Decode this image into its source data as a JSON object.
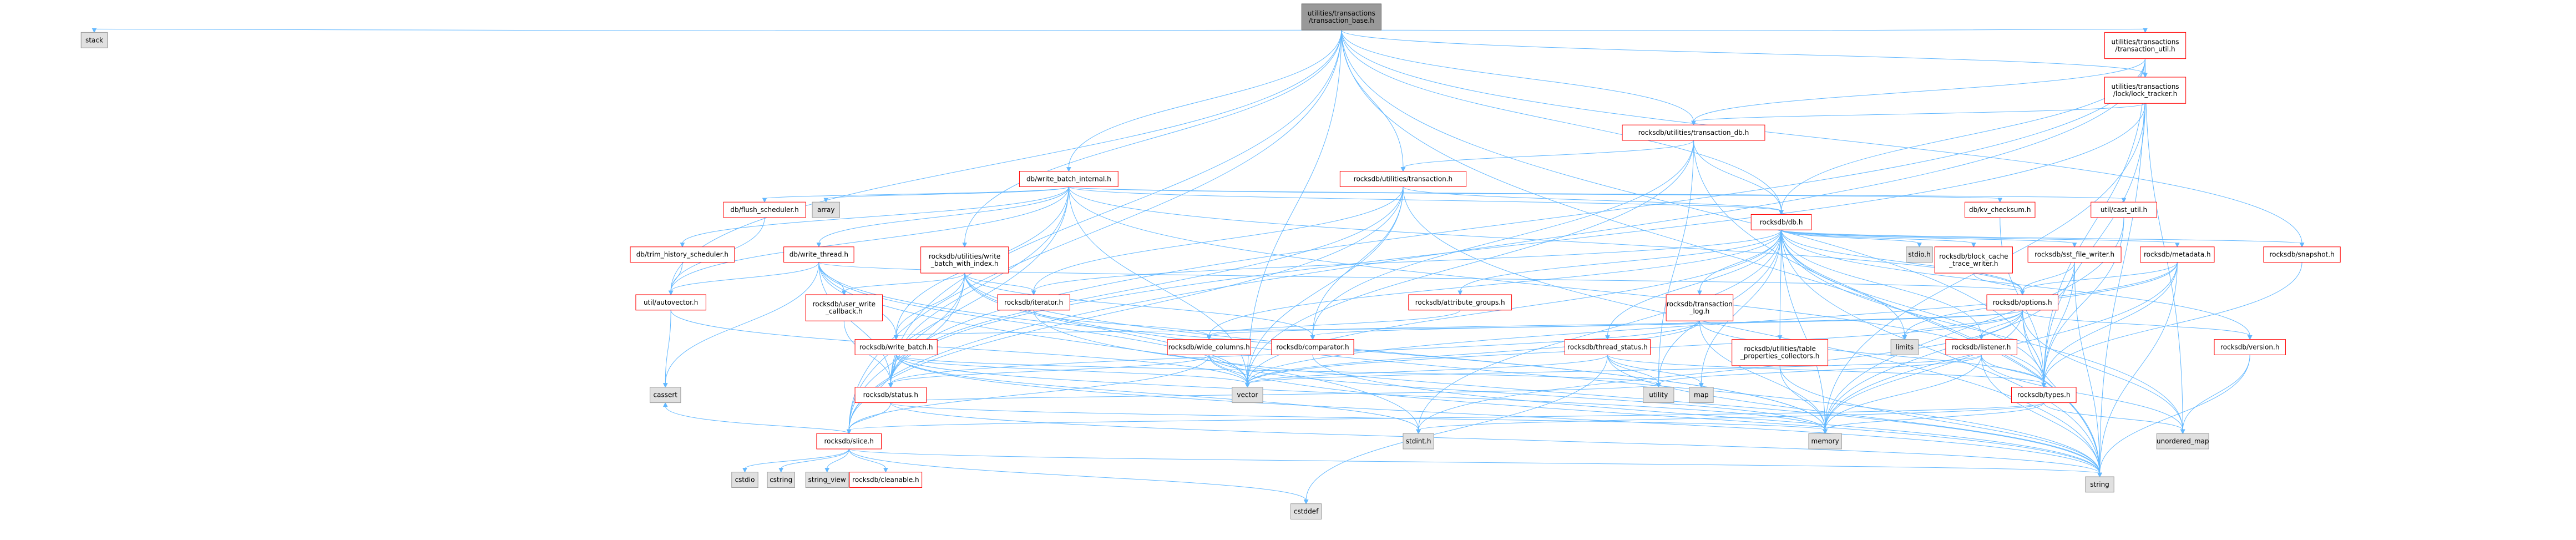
{
  "diagram": {
    "title": "",
    "nodes": [
      {
        "id": "root",
        "label": [
          "utilities/transactions",
          "/transaction_base.h"
        ],
        "kind": "root"
      },
      {
        "id": "stack",
        "label": [
          "stack"
        ],
        "kind": "sys"
      },
      {
        "id": "txutil",
        "label": [
          "utilities/transactions",
          "/transaction_util.h"
        ],
        "kind": "normal"
      },
      {
        "id": "locktracker",
        "label": [
          "utilities/transactions",
          "/lock/lock_tracker.h"
        ],
        "kind": "normal"
      },
      {
        "id": "txdb",
        "label": [
          "rocksdb/utilities/transaction_db.h"
        ],
        "kind": "normal"
      },
      {
        "id": "wbinternal",
        "label": [
          "db/write_batch_internal.h"
        ],
        "kind": "normal"
      },
      {
        "id": "utxn",
        "label": [
          "rocksdb/utilities/transaction.h"
        ],
        "kind": "normal"
      },
      {
        "id": "flushsched",
        "label": [
          "db/flush_scheduler.h"
        ],
        "kind": "normal"
      },
      {
        "id": "array",
        "label": [
          "array"
        ],
        "kind": "sys"
      },
      {
        "id": "dbh",
        "label": [
          "rocksdb/db.h"
        ],
        "kind": "normal"
      },
      {
        "id": "kvchecksum",
        "label": [
          "db/kv_checksum.h"
        ],
        "kind": "normal"
      },
      {
        "id": "castutil",
        "label": [
          "util/cast_util.h"
        ],
        "kind": "normal"
      },
      {
        "id": "trimhist",
        "label": [
          "db/trim_history_scheduler.h"
        ],
        "kind": "normal"
      },
      {
        "id": "writethread",
        "label": [
          "db/write_thread.h"
        ],
        "kind": "normal"
      },
      {
        "id": "wbwi",
        "label": [
          "rocksdb/utilities/write",
          "_batch_with_index.h"
        ],
        "kind": "normal"
      },
      {
        "id": "stdio",
        "label": [
          "stdio.h"
        ],
        "kind": "sys"
      },
      {
        "id": "bcache",
        "label": [
          "rocksdb/block_cache",
          "_trace_writer.h"
        ],
        "kind": "normal"
      },
      {
        "id": "sstfile",
        "label": [
          "rocksdb/sst_file_writer.h"
        ],
        "kind": "normal"
      },
      {
        "id": "metadata",
        "label": [
          "rocksdb/metadata.h"
        ],
        "kind": "normal"
      },
      {
        "id": "snapshot",
        "label": [
          "rocksdb/snapshot.h"
        ],
        "kind": "normal"
      },
      {
        "id": "autovector",
        "label": [
          "util/autovector.h"
        ],
        "kind": "normal"
      },
      {
        "id": "userwrite",
        "label": [
          "rocksdb/user_write",
          "_callback.h"
        ],
        "kind": "normal"
      },
      {
        "id": "iterator",
        "label": [
          "rocksdb/iterator.h"
        ],
        "kind": "normal"
      },
      {
        "id": "attrgroups",
        "label": [
          "rocksdb/attribute_groups.h"
        ],
        "kind": "normal"
      },
      {
        "id": "txlog",
        "label": [
          "rocksdb/transaction",
          "_log.h"
        ],
        "kind": "normal"
      },
      {
        "id": "options",
        "label": [
          "rocksdb/options.h"
        ],
        "kind": "normal"
      },
      {
        "id": "writebatch",
        "label": [
          "rocksdb/write_batch.h"
        ],
        "kind": "normal"
      },
      {
        "id": "widecols",
        "label": [
          "rocksdb/wide_columns.h"
        ],
        "kind": "normal"
      },
      {
        "id": "comparator",
        "label": [
          "rocksdb/comparator.h"
        ],
        "kind": "normal"
      },
      {
        "id": "threadstatus",
        "label": [
          "rocksdb/thread_status.h"
        ],
        "kind": "normal"
      },
      {
        "id": "tableprops",
        "label": [
          "rocksdb/utilities/table",
          "_properties_collectors.h"
        ],
        "kind": "normal"
      },
      {
        "id": "limits",
        "label": [
          "limits"
        ],
        "kind": "sys"
      },
      {
        "id": "listener",
        "label": [
          "rocksdb/listener.h"
        ],
        "kind": "normal"
      },
      {
        "id": "version",
        "label": [
          "rocksdb/version.h"
        ],
        "kind": "normal"
      },
      {
        "id": "cassert",
        "label": [
          "cassert"
        ],
        "kind": "sys"
      },
      {
        "id": "status",
        "label": [
          "rocksdb/status.h"
        ],
        "kind": "normal"
      },
      {
        "id": "vector",
        "label": [
          "vector"
        ],
        "kind": "sys"
      },
      {
        "id": "utility",
        "label": [
          "utility"
        ],
        "kind": "sys"
      },
      {
        "id": "map",
        "label": [
          "map"
        ],
        "kind": "sys"
      },
      {
        "id": "types",
        "label": [
          "rocksdb/types.h"
        ],
        "kind": "normal"
      },
      {
        "id": "slice",
        "label": [
          "rocksdb/slice.h"
        ],
        "kind": "normal"
      },
      {
        "id": "stdint",
        "label": [
          "stdint.h"
        ],
        "kind": "sys"
      },
      {
        "id": "memory",
        "label": [
          "memory"
        ],
        "kind": "sys"
      },
      {
        "id": "unordered_map",
        "label": [
          "unordered_map"
        ],
        "kind": "sys"
      },
      {
        "id": "cleanable",
        "label": [
          "rocksdb/cleanable.h"
        ],
        "kind": "normal"
      },
      {
        "id": "cstdio",
        "label": [
          "cstdio"
        ],
        "kind": "sys"
      },
      {
        "id": "cstring",
        "label": [
          "cstring"
        ],
        "kind": "sys"
      },
      {
        "id": "string_view",
        "label": [
          "string_view"
        ],
        "kind": "sys"
      },
      {
        "id": "cstddef",
        "label": [
          "cstddef"
        ],
        "kind": "sys"
      },
      {
        "id": "string",
        "label": [
          "string"
        ],
        "kind": "sys"
      }
    ],
    "edges": [
      [
        "root",
        "stack"
      ],
      [
        "root",
        "txutil"
      ],
      [
        "root",
        "locktracker"
      ],
      [
        "root",
        "txdb"
      ],
      [
        "root",
        "wbinternal"
      ],
      [
        "root",
        "utxn"
      ],
      [
        "root",
        "dbh"
      ],
      [
        "root",
        "wbwi"
      ],
      [
        "root",
        "snapshot"
      ],
      [
        "root",
        "autovector"
      ],
      [
        "root",
        "status"
      ],
      [
        "root",
        "types"
      ],
      [
        "root",
        "slice"
      ],
      [
        "root",
        "vector"
      ],
      [
        "root",
        "string"
      ],
      [
        "txutil",
        "locktracker"
      ],
      [
        "txutil",
        "txdb"
      ],
      [
        "txutil",
        "dbh"
      ],
      [
        "txutil",
        "status"
      ],
      [
        "txutil",
        "types"
      ],
      [
        "txutil",
        "slice"
      ],
      [
        "txutil",
        "string"
      ],
      [
        "txutil",
        "unordered_map"
      ],
      [
        "locktracker",
        "txdb"
      ],
      [
        "locktracker",
        "status"
      ],
      [
        "locktracker",
        "types"
      ],
      [
        "locktracker",
        "memory"
      ],
      [
        "txdb",
        "dbh"
      ],
      [
        "txdb",
        "utxn"
      ],
      [
        "txdb",
        "comparator"
      ],
      [
        "txdb",
        "vector"
      ],
      [
        "txdb",
        "string"
      ],
      [
        "txdb",
        "utility"
      ],
      [
        "wbinternal",
        "array"
      ],
      [
        "wbinternal",
        "flushsched"
      ],
      [
        "wbinternal",
        "dbh"
      ],
      [
        "wbinternal",
        "kvchecksum"
      ],
      [
        "wbinternal",
        "castutil"
      ],
      [
        "wbinternal",
        "trimhist"
      ],
      [
        "wbinternal",
        "writethread"
      ],
      [
        "wbinternal",
        "options"
      ],
      [
        "wbinternal",
        "types"
      ],
      [
        "wbinternal",
        "writebatch"
      ],
      [
        "wbinternal",
        "slice"
      ],
      [
        "wbinternal",
        "autovector"
      ],
      [
        "wbinternal",
        "vector"
      ],
      [
        "wbinternal",
        "status"
      ],
      [
        "utxn",
        "dbh"
      ],
      [
        "utxn",
        "iterator"
      ],
      [
        "utxn",
        "slice"
      ],
      [
        "utxn",
        "status"
      ],
      [
        "utxn",
        "comparator"
      ],
      [
        "utxn",
        "string"
      ],
      [
        "utxn",
        "vector"
      ],
      [
        "flushsched",
        "autovector"
      ],
      [
        "trimhist",
        "autovector"
      ],
      [
        "dbh",
        "stdio"
      ],
      [
        "dbh",
        "bcache"
      ],
      [
        "dbh",
        "sstfile"
      ],
      [
        "dbh",
        "metadata"
      ],
      [
        "dbh",
        "snapshot"
      ],
      [
        "dbh",
        "iterator"
      ],
      [
        "dbh",
        "attrgroups"
      ],
      [
        "dbh",
        "txlog"
      ],
      [
        "dbh",
        "options"
      ],
      [
        "dbh",
        "listener"
      ],
      [
        "dbh",
        "version"
      ],
      [
        "dbh",
        "threadstatus"
      ],
      [
        "dbh",
        "tableprops"
      ],
      [
        "dbh",
        "widecols"
      ],
      [
        "dbh",
        "types"
      ],
      [
        "dbh",
        "map"
      ],
      [
        "dbh",
        "memory"
      ],
      [
        "dbh",
        "string"
      ],
      [
        "dbh",
        "unordered_map"
      ],
      [
        "dbh",
        "vector"
      ],
      [
        "dbh",
        "stdint"
      ],
      [
        "dbh",
        "limits"
      ],
      [
        "dbh",
        "utility"
      ],
      [
        "kvchecksum",
        "types"
      ],
      [
        "castutil",
        "memory"
      ],
      [
        "castutil",
        "types"
      ],
      [
        "writethread",
        "userwrite"
      ],
      [
        "writethread",
        "writebatch"
      ],
      [
        "writethread",
        "status"
      ],
      [
        "writethread",
        "autovector"
      ],
      [
        "writethread",
        "cassert"
      ],
      [
        "writethread",
        "vector"
      ],
      [
        "writethread",
        "stdint"
      ],
      [
        "writethread",
        "memory"
      ],
      [
        "writethread",
        "options"
      ],
      [
        "wbwi",
        "writebatch"
      ],
      [
        "wbwi",
        "iterator"
      ],
      [
        "wbwi",
        "comparator"
      ],
      [
        "wbwi",
        "slice"
      ],
      [
        "wbwi",
        "status"
      ],
      [
        "wbwi",
        "userwrite"
      ],
      [
        "wbwi",
        "memory"
      ],
      [
        "wbwi",
        "string"
      ],
      [
        "wbwi",
        "vector"
      ],
      [
        "bcache",
        "options"
      ],
      [
        "sstfile",
        "options"
      ],
      [
        "sstfile",
        "types"
      ],
      [
        "sstfile",
        "memory"
      ],
      [
        "sstfile",
        "string"
      ],
      [
        "metadata",
        "options"
      ],
      [
        "metadata",
        "types"
      ],
      [
        "metadata",
        "limits"
      ],
      [
        "metadata",
        "memory"
      ],
      [
        "metadata",
        "string"
      ],
      [
        "metadata",
        "vector"
      ],
      [
        "snapshot",
        "types"
      ],
      [
        "autovector",
        "cassert"
      ],
      [
        "autovector",
        "vector"
      ],
      [
        "userwrite",
        "status"
      ],
      [
        "iterator",
        "widecols"
      ],
      [
        "iterator",
        "string"
      ],
      [
        "attrgroups",
        "widecols"
      ],
      [
        "txlog",
        "writebatch"
      ],
      [
        "txlog",
        "status"
      ],
      [
        "txlog",
        "types"
      ],
      [
        "txlog",
        "memory"
      ],
      [
        "txlog",
        "vector"
      ],
      [
        "options",
        "comparator"
      ],
      [
        "options",
        "listener"
      ],
      [
        "options",
        "version"
      ],
      [
        "options",
        "types"
      ],
      [
        "options",
        "widecols"
      ],
      [
        "options",
        "limits"
      ],
      [
        "options",
        "memory"
      ],
      [
        "options",
        "string"
      ],
      [
        "options",
        "unordered_map"
      ],
      [
        "options",
        "vector"
      ],
      [
        "options",
        "stdint"
      ],
      [
        "writebatch",
        "status"
      ],
      [
        "writebatch",
        "slice"
      ],
      [
        "writebatch",
        "memory"
      ],
      [
        "writebatch",
        "string"
      ],
      [
        "writebatch",
        "vector"
      ],
      [
        "writebatch",
        "stdint"
      ],
      [
        "writebatch",
        "utility"
      ],
      [
        "widecols",
        "slice"
      ],
      [
        "widecols",
        "status"
      ],
      [
        "widecols",
        "vector"
      ],
      [
        "widecols",
        "memory"
      ],
      [
        "widecols",
        "string"
      ],
      [
        "comparator",
        "string"
      ],
      [
        "threadstatus",
        "map"
      ],
      [
        "threadstatus",
        "string"
      ],
      [
        "threadstatus",
        "utility"
      ],
      [
        "threadstatus",
        "vector"
      ],
      [
        "threadstatus",
        "cstddef"
      ],
      [
        "threadstatus",
        "types"
      ],
      [
        "tableprops",
        "memory"
      ],
      [
        "tableprops",
        "string"
      ],
      [
        "listener",
        "types"
      ],
      [
        "listener",
        "string"
      ],
      [
        "listener",
        "memory"
      ],
      [
        "listener",
        "unordered_map"
      ],
      [
        "listener",
        "vector"
      ],
      [
        "listener",
        "utility"
      ],
      [
        "version",
        "string"
      ],
      [
        "version",
        "unordered_map"
      ],
      [
        "status",
        "slice"
      ],
      [
        "status",
        "string"
      ],
      [
        "status",
        "memory"
      ],
      [
        "status",
        "utility"
      ],
      [
        "types",
        "slice"
      ],
      [
        "types",
        "memory"
      ],
      [
        "types",
        "unordered_map"
      ],
      [
        "types",
        "stdint"
      ],
      [
        "slice",
        "cleanable"
      ],
      [
        "slice",
        "cassert"
      ],
      [
        "slice",
        "cstdio"
      ],
      [
        "slice",
        "cstring"
      ],
      [
        "slice",
        "string_view"
      ],
      [
        "slice",
        "string"
      ],
      [
        "slice",
        "cstddef"
      ]
    ]
  }
}
